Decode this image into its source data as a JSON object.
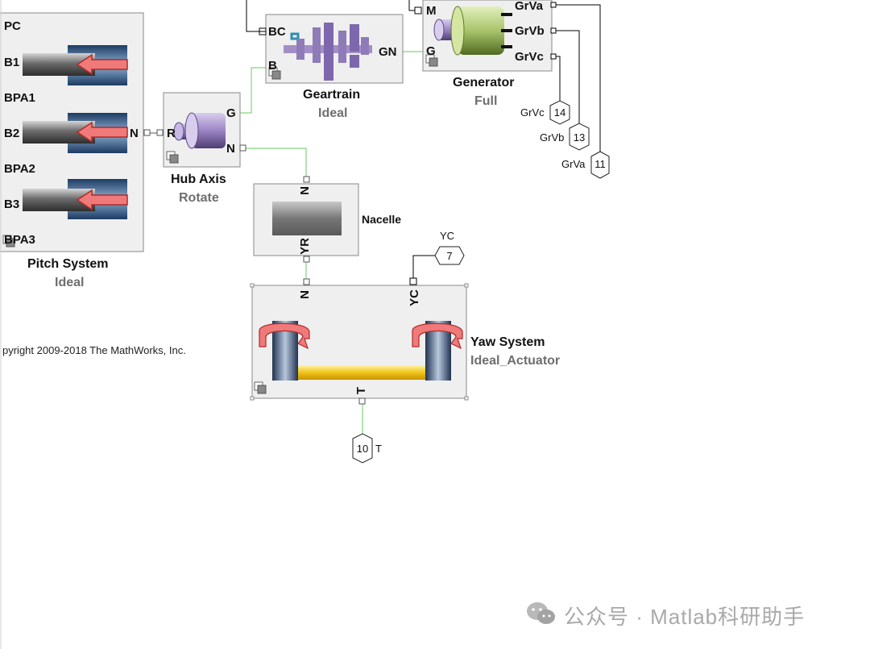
{
  "pitch_system": {
    "ports": [
      "PC",
      "B1",
      "BPA1",
      "B2",
      "BPA2",
      "B3",
      "BPA3"
    ],
    "right_port": "N",
    "name": "Pitch System",
    "variant": "Ideal"
  },
  "hub_axis": {
    "ports": {
      "left": "R",
      "top_right": "G",
      "bottom_right": "N"
    },
    "name": "Hub Axis",
    "variant": "Rotate"
  },
  "geartrain": {
    "ports": {
      "top_left": "BC",
      "bottom_left": "B",
      "right": "GN"
    },
    "name": "Geartrain",
    "variant": "Ideal"
  },
  "generator": {
    "ports": {
      "top_left": "M",
      "bottom_left": "G",
      "out_a": "GrVa",
      "out_b": "GrVb",
      "out_c": "GrVc"
    },
    "name": "Generator",
    "variant": "Full"
  },
  "nacelle": {
    "ports": {
      "top": "N",
      "bottom": "YR"
    },
    "name": "Nacelle"
  },
  "yaw_system": {
    "ports": {
      "top_left": "N",
      "top_right": "YC",
      "bottom": "T"
    },
    "name": "Yaw System",
    "variant": "Ideal_Actuator"
  },
  "tags": [
    {
      "label": "GrVc",
      "number": "14"
    },
    {
      "label": "GrVb",
      "number": "13"
    },
    {
      "label": "GrVa",
      "number": "11"
    },
    {
      "label": "YC",
      "number": "7"
    },
    {
      "label": "T",
      "number": "10"
    }
  ],
  "copyright": "pyright 2009-2018 The MathWorks, Inc.",
  "watermark": "公众号 · Matlab科研助手",
  "colors": {
    "connection_line": "#7fd67f",
    "signal_line": "#000000",
    "arrow_fill": "#f07a7a",
    "rotor_purple": "#a38fc6",
    "generator_green": "#a9c46b",
    "gold_bar": "#f0c419"
  }
}
